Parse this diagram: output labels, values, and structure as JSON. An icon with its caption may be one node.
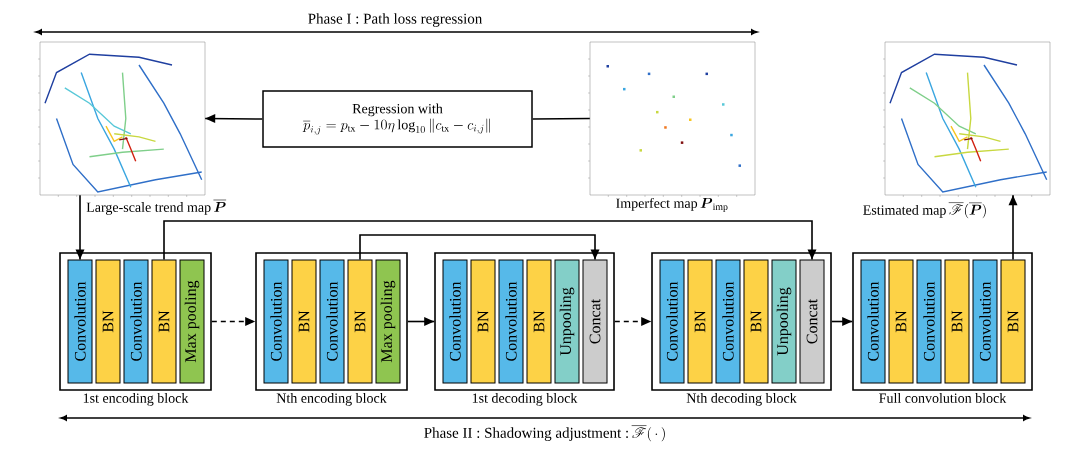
{
  "diagram": {
    "nodes": [
      {
        "text": [],
        "shape": "picture",
        "beside": [
          "Large-scale trend map",
          "\\overline{\\boldsymbol{P}}"
        ]
      },
      {
        "text": [
          "Regression with",
          "\\overline{p}_{i,j} = p_{\\mathrm{tx}} - 10\\eta\\log_{10}\\|c_{\\mathrm{tx}} - c_{i,j}\\|"
        ]
      },
      {
        "text": [],
        "shape": "picture",
        "beside": [
          "Imperfect map",
          "\\boldsymbol{P}_{\\mathrm{imp}}"
        ]
      },
      {
        "text": [],
        "shape": "picture",
        "beside": [
          "Estimated map",
          "\\overline{\\mathscr{F}}(\\overline{\\boldsymbol{P}})"
        ]
      },
      {
        "text": [
          "1st encoding block"
        ]
      },
      {
        "text": [
          "Convolution"
        ],
        "in": 4
      },
      {
        "text": [
          "BN"
        ],
        "in": 4
      },
      {
        "text": [
          "Convolution"
        ],
        "in": 4
      },
      {
        "text": [
          "BN"
        ],
        "in": 4
      },
      {
        "text": [
          "Max pooling"
        ],
        "in": 4
      },
      {
        "text": [
          "Nth encoding block"
        ]
      },
      {
        "text": [
          "Convolution"
        ],
        "in": 10
      },
      {
        "text": [
          "BN"
        ],
        "in": 10
      },
      {
        "text": [
          "Convolution"
        ],
        "in": 10
      },
      {
        "text": [
          "BN"
        ],
        "in": 10
      },
      {
        "text": [
          "Max pooling"
        ],
        "in": 10
      },
      {
        "text": [
          "1st decoding block"
        ]
      },
      {
        "text": [
          "Convolution"
        ],
        "in": 16
      },
      {
        "text": [
          "BN"
        ],
        "in": 16
      },
      {
        "text": [
          "Convolution"
        ],
        "in": 16
      },
      {
        "text": [
          "BN"
        ],
        "in": 16
      },
      {
        "text": [
          "Unpooling"
        ],
        "in": 16
      },
      {
        "text": [
          "Concat"
        ],
        "in": 16
      },
      {
        "text": [
          "Nth decoding block"
        ]
      },
      {
        "text": [
          "Convolution"
        ],
        "in": 23
      },
      {
        "text": [
          "BN"
        ],
        "in": 23
      },
      {
        "text": [
          "Convolution"
        ],
        "in": 23
      },
      {
        "text": [
          "BN"
        ],
        "in": 23
      },
      {
        "text": [
          "Unpooling"
        ],
        "in": 23
      },
      {
        "text": [
          "Concat"
        ],
        "in": 23
      },
      {
        "text": [
          "Full convolution block"
        ]
      },
      {
        "text": [
          "Convolution"
        ],
        "in": 30
      },
      {
        "text": [
          "BN"
        ],
        "in": 30
      },
      {
        "text": [
          "Convolution"
        ],
        "in": 30
      },
      {
        "text": [
          "BN"
        ],
        "in": 30
      },
      {
        "text": [
          "Convolution"
        ],
        "in": 30
      },
      {
        "text": [
          "BN"
        ],
        "in": 30
      }
    ],
    "edges": [
      {
        "from": 1,
        "to": 0,
        "arrow": "to"
      },
      {
        "from": 2,
        "to": 1,
        "arrow": "none"
      },
      {
        "from": 0,
        "to": 5,
        "arrow": "to"
      },
      {
        "from": 8,
        "to": 29,
        "arrow": "to"
      },
      {
        "from": 14,
        "to": 22,
        "arrow": "to"
      },
      {
        "from": 4,
        "to": 10,
        "arrow": "to",
        "style": "dashed"
      },
      {
        "from": 10,
        "to": 16,
        "arrow": "to"
      },
      {
        "from": 16,
        "to": 23,
        "arrow": "to",
        "style": "dashed"
      },
      {
        "from": 23,
        "to": 30,
        "arrow": "to"
      },
      {
        "from": 36,
        "to": 3,
        "arrow": "to"
      }
    ],
    "labels": [
      "Phase I : Path loss regression",
      "Phase II : Shadowing adjustment :",
      "\\overline{\\mathscr{F}}(\\,\\cdot\\,)"
    ]
  }
}
